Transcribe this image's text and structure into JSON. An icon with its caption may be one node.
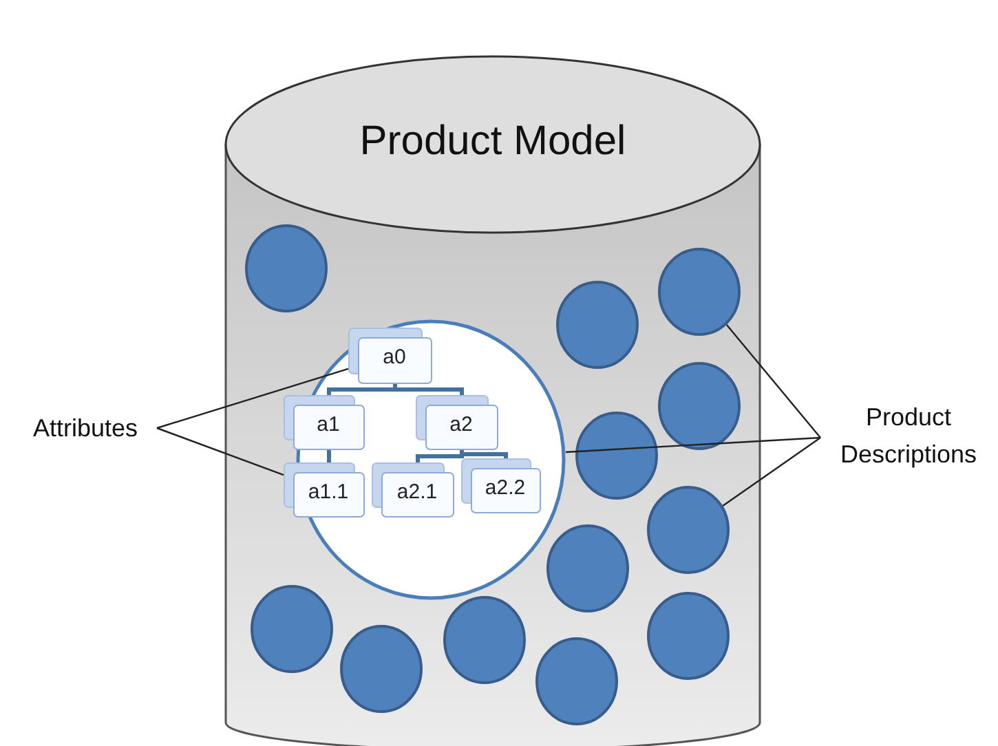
{
  "diagram": {
    "nodes": [
      {
        "text": [
          "Product Model"
        ]
      },
      {
        "text": [
          "Attributes"
        ]
      },
      {
        "text": [],
        "shape": "circle",
        "in": 0
      },
      {
        "text": [],
        "shape": "circle",
        "in": 0
      },
      {
        "text": [],
        "shape": "circle",
        "in": 0
      },
      {
        "text": [],
        "shape": "circle",
        "in": 0
      },
      {
        "text": [
          "a0"
        ],
        "in": 5
      },
      {
        "text": [
          "a1"
        ],
        "in": 5
      },
      {
        "text": [
          "a2"
        ],
        "in": 5
      },
      {
        "text": [
          "a1.1"
        ],
        "in": 5
      },
      {
        "text": [
          "a2.1"
        ],
        "in": 5
      },
      {
        "text": [
          "a2.2"
        ],
        "in": 5
      },
      {
        "text": [],
        "shape": "circle",
        "in": 0
      },
      {
        "text": [
          "Product Descriptions"
        ]
      },
      {
        "text": [],
        "shape": "circle",
        "in": 0
      },
      {
        "text": [],
        "shape": "circle",
        "in": 0
      },
      {
        "text": [],
        "shape": "circle",
        "in": 0
      },
      {
        "text": [],
        "shape": "circle",
        "in": 0
      },
      {
        "text": [],
        "shape": "circle",
        "in": 0
      },
      {
        "text": [],
        "shape": "circle",
        "in": 0
      },
      {
        "text": [],
        "shape": "circle",
        "in": 0
      },
      {
        "text": [],
        "shape": "circle",
        "in": 0
      }
    ],
    "edges": [
      {
        "from": 1,
        "to": 6,
        "arrow": "none"
      },
      {
        "from": 1,
        "to": 9,
        "arrow": "none"
      },
      {
        "from": 13,
        "to": 3,
        "arrow": "none"
      },
      {
        "from": 13,
        "to": 5,
        "arrow": "none"
      },
      {
        "from": 13,
        "to": 15,
        "arrow": "none"
      },
      {
        "from": 6,
        "to": 7,
        "arrow": "none",
        "style": "thick",
        "color": "#41719c"
      },
      {
        "from": 6,
        "to": 8,
        "arrow": "none",
        "style": "thick",
        "color": "#41719c"
      },
      {
        "from": 7,
        "to": 9,
        "arrow": "none",
        "style": "thick",
        "color": "#41719c"
      },
      {
        "from": 8,
        "to": 10,
        "arrow": "none",
        "style": "thick",
        "color": "#41719c"
      },
      {
        "from": 8,
        "to": 11,
        "arrow": "none",
        "style": "thick",
        "color": "#41719c"
      }
    ]
  }
}
